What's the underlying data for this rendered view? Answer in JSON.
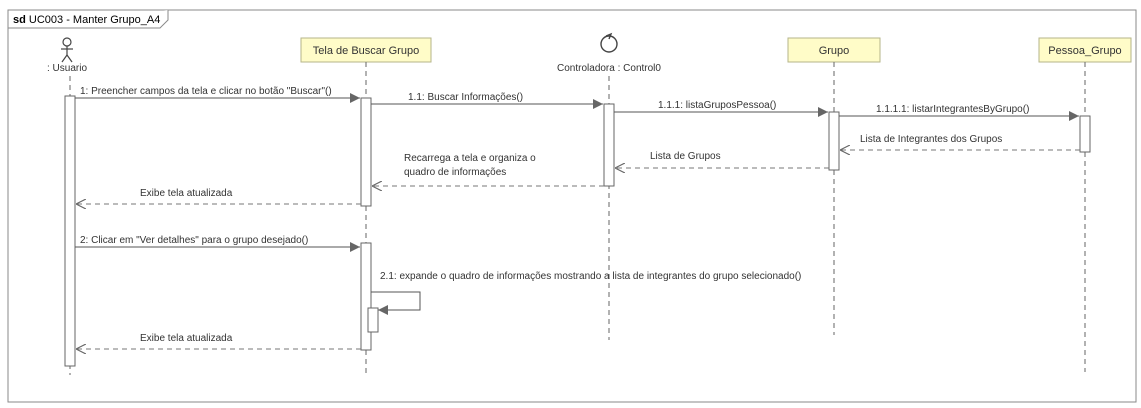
{
  "frame": {
    "kind": "sd",
    "name": "UC003 - Manter Grupo_A4"
  },
  "actor": {
    "label": ": Usuario"
  },
  "lifelines": {
    "tela": "Tela de Buscar Grupo",
    "controladora": "Controladora : Control0",
    "grupo": "Grupo",
    "pessoa": "Pessoa_Grupo"
  },
  "messages": {
    "m1": "1: Preencher  campos da tela e clicar no botão \"Buscar\"()",
    "m11": "1.1: Buscar Informações()",
    "m111": "1.1.1: listaGruposPessoa()",
    "m1111": "1.1.1.1: listarIntegrantesByGrupo()",
    "r1111": "Lista de Integrantes dos Grupos",
    "r111": "Lista de Grupos",
    "r11_line1": "Recarrega a tela e organiza o",
    "r11_line2": "quadro de informações",
    "r1": "Exibe tela atualizada",
    "m2": "2: Clicar em \"Ver detalhes\" para o grupo desejado()",
    "m21": "2.1: expande o quadro de informações mostrando a lista de integrantes do grupo selecionado()",
    "r2": "Exibe tela atualizada"
  },
  "colors": {
    "lifeline_box": "#fffcc8",
    "lifeline_border": "#b5b58a",
    "frame_border": "#8a8a8a",
    "line": "#555555",
    "activation": "#ffffff"
  }
}
